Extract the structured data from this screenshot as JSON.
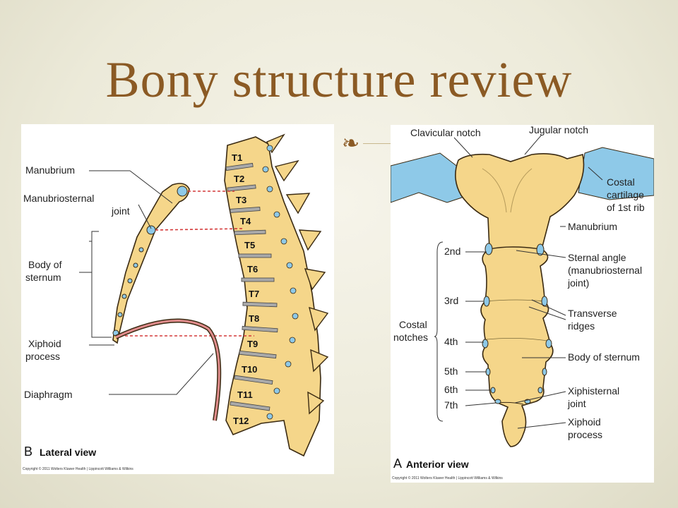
{
  "title": "Bony structure review",
  "lateral": {
    "letter": "B",
    "view_title": "Lateral view",
    "copyright": "Copyright © 2011 Wolters Kluwer Health | Lippincott Williams & Wilkins",
    "labels": {
      "manubrium": "Manubrium",
      "msj1": "Manubriosternal",
      "msj2": "joint",
      "body1": "Body of",
      "body2": "sternum",
      "xiph1": "Xiphoid",
      "xiph2": "process",
      "diaphragm": "Diaphragm"
    },
    "vertebrae": [
      "T1",
      "T2",
      "T3",
      "T4",
      "T5",
      "T6",
      "T7",
      "T8",
      "T9",
      "T10",
      "T11",
      "T12"
    ]
  },
  "anterior": {
    "letter": "A",
    "view_title": "Anterior view",
    "copyright": "Copyright © 2011 Wolters Kluwer Health | Lippincott Williams & Wilkins",
    "labels": {
      "clavicular": "Clavicular notch",
      "jugular": "Jugular notch",
      "costal1": "Costal",
      "costal2": "cartilage",
      "costal3": "of 1st rib",
      "manubrium": "Manubrium",
      "angle1": "Sternal angle",
      "angle2": "(manubriosternal",
      "angle3": "joint)",
      "trans1": "Transverse",
      "trans2": "ridges",
      "body": "Body of sternum",
      "xs1": "Xiphisternal",
      "xs2": "joint",
      "xp1": "Xiphoid",
      "xp2": "process",
      "notches1": "Costal",
      "notches2": "notches"
    },
    "notches": [
      "2nd",
      "3rd",
      "4th",
      "5th",
      "6th",
      "7th"
    ]
  }
}
